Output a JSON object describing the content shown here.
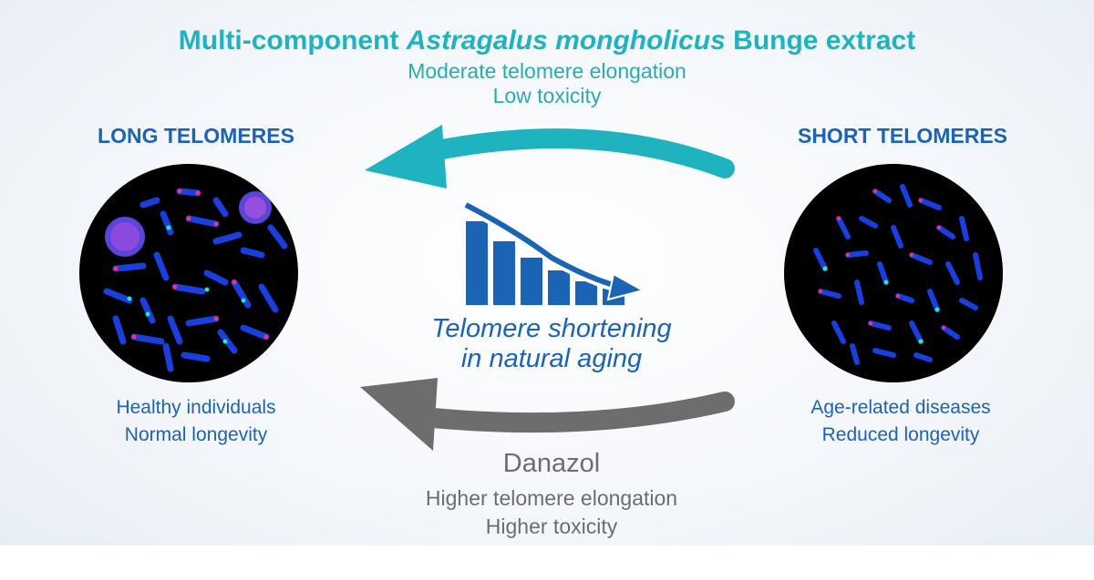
{
  "top": {
    "title_pre": "Multi-component ",
    "title_italic": "Astragalus mongholicus",
    "title_post": " Bunge extract",
    "line1": "Moderate telomere elongation",
    "line2": "Low toxicity"
  },
  "left": {
    "heading": "LONG TELOMERES",
    "caption1": "Healthy individuals",
    "caption2": "Normal  longevity"
  },
  "right": {
    "heading": "SHORT TELOMERES",
    "caption1": "Age-related diseases",
    "caption2": "Reduced longevity"
  },
  "center": {
    "line1": "Telomere shortening",
    "line2": "in natural aging"
  },
  "bottom": {
    "title": "Danazol",
    "line1": "Higher telomere elongation",
    "line2": "Higher toxicity"
  },
  "colors": {
    "teal": "#1fb3c0",
    "blue": "#1b63b4",
    "gray": "#6d6d6d"
  }
}
